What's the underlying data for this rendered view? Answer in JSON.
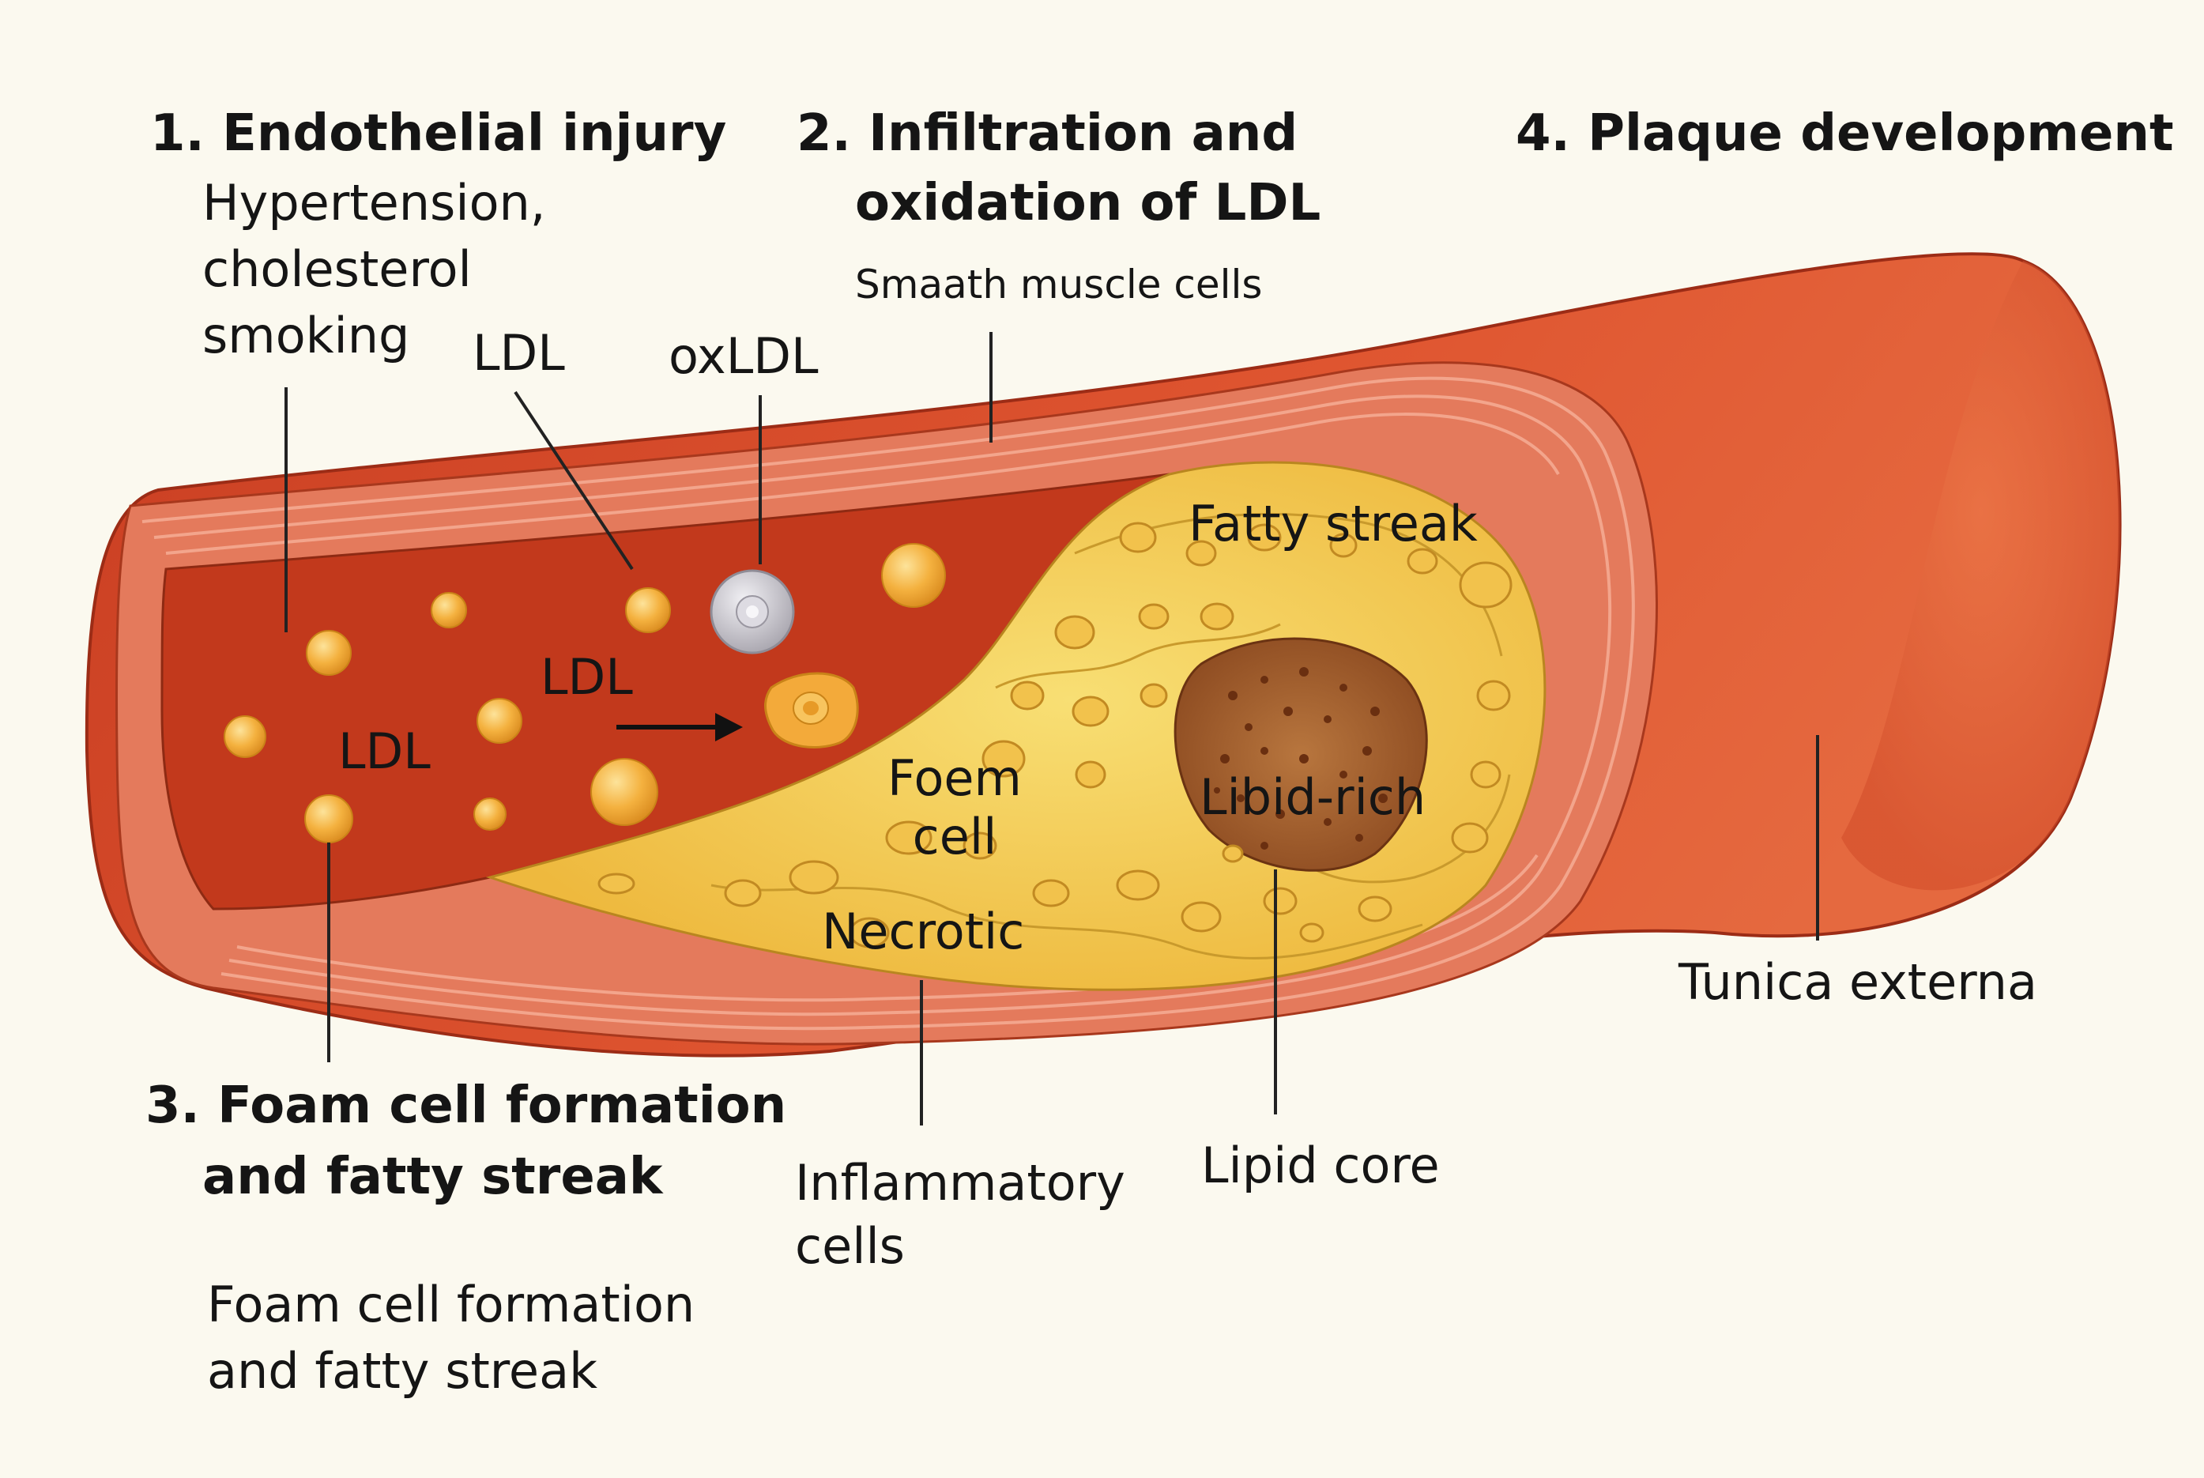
{
  "steps": {
    "step1": {
      "title": "1. Endothelial injury",
      "desc_line1": "Hypertension,",
      "desc_line2": "cholesterol",
      "desc_line3": "smoking"
    },
    "step2": {
      "title_line1": "2. Infiltration and",
      "title_line2": "oxidation of LDL",
      "sub": "Smaath muscle cells"
    },
    "step3": {
      "title_line1": "3. Foam cell formation",
      "title_line2": "and fatty streak",
      "desc_line1": "Foam cell formation",
      "desc_line2": "and fatty streak"
    },
    "step4": {
      "title": "4. Plaque development"
    }
  },
  "labels": {
    "ldl_top": "LDL",
    "oxldl": "oxLDL",
    "ldl_mid": "LDL",
    "ldl_left": "LDL",
    "fatty_streak": "Fatty streak",
    "foam_cell_line1": "Foem",
    "foam_cell_line2": "cell",
    "necrotic": "Necrotic",
    "lipid_rich": "Libid-rich",
    "tunica_externa": "Tunica externa",
    "inflammatory_line1": "Inflammatory",
    "inflammatory_line2": "cells",
    "lipid_core": "Lipid core"
  },
  "colors": {
    "background": "#fbf9ef",
    "vessel_wall": "#d9472a",
    "vessel_wall_light": "#e9683f",
    "lumen": "#c9401f",
    "wall_layers": "#e8826a",
    "plaque": "#f0c24a",
    "plaque_light": "#f7dc6e",
    "lipid_core": "#9c5a2a",
    "ldl_particle": "#f1aa36",
    "oxldl_particle": "#bfbcc4",
    "text": "#151515"
  }
}
